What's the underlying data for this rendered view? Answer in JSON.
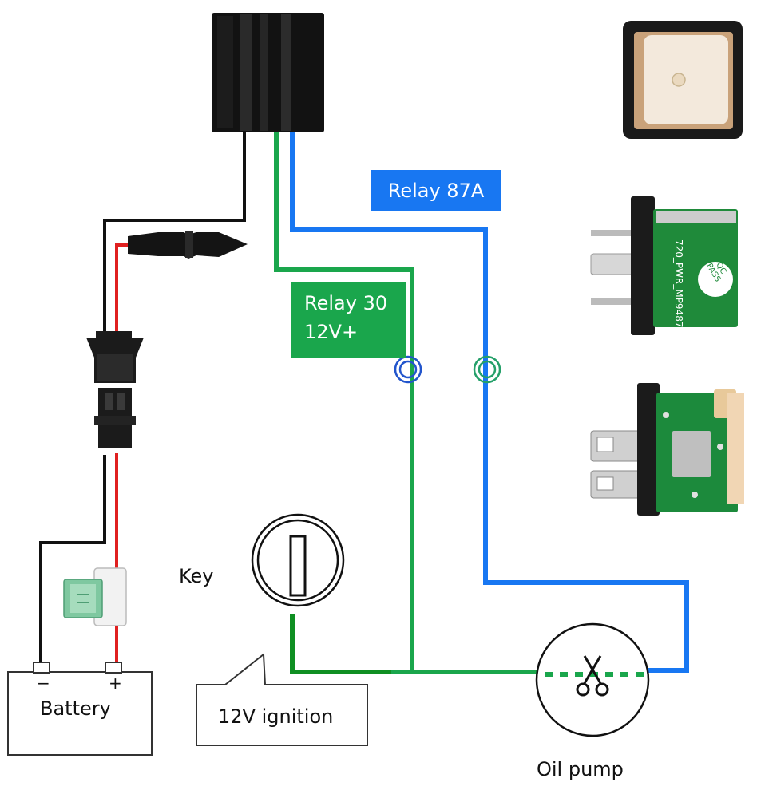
{
  "labels": {
    "relay_87a": "Relay 87A",
    "relay_30": "Relay 30\n12V+",
    "key": "Key",
    "ignition": "12V ignition",
    "battery": "Battery",
    "oil_pump": "Oil pump",
    "battery_minus": "−",
    "battery_plus": "+"
  },
  "components": {
    "relay_box": "relay-module",
    "gps_antenna": "gps-antenna-module",
    "pcb_side": "tracker-pcb-side-view",
    "pcb_top": "tracker-pcb-component-view",
    "inline_fuse": "inline-fuse-holder",
    "blade_fuse": "blade-fuse",
    "connector": "two-pin-connector",
    "cut_icon": "scissors-icon",
    "key_icon": "ignition-key-icon"
  },
  "pcb_markings": {
    "model": "720_PWR_MP9487",
    "qc": "QC\nPASS"
  },
  "colors": {
    "blue_wire": "#1877f2",
    "green_wire": "#1aa64c",
    "dark_green_wire": "#0f8f22",
    "red_wire": "#e02020",
    "black_wire": "#111111"
  }
}
